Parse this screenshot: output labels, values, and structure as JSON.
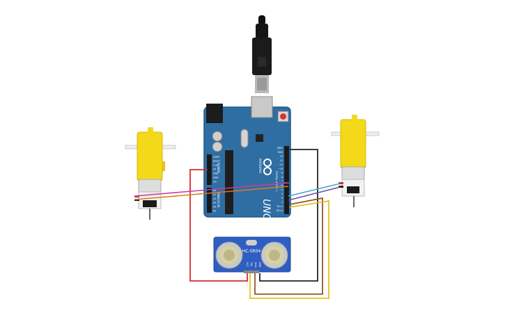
{
  "colors": {
    "background": "#ffffff",
    "arduino_board": "#2f6ea3",
    "arduino_board_edge": "#1f5a8c",
    "motor_yellow": "#f4d91a",
    "sensor_board": "#2f5ec2",
    "wire_red": "#d62b2b",
    "wire_black": "#222222",
    "wire_brown": "#8b5a2b",
    "wire_yellow": "#e8c21c",
    "wire_pink": "#c83a9e",
    "wire_orange": "#e07a1f",
    "wire_cyan": "#3aa9c8",
    "wire_purple": "#6a4fa0"
  },
  "arduino": {
    "model_label": "UNO",
    "brand_label": "ARDUINO",
    "power_label": "POWER",
    "analog_label": "ANALOG IN",
    "digital_label": "DIGITAL (PWM~)",
    "power_pins": [
      "IOREF",
      "RESET",
      "3.3V",
      "5V",
      "GND",
      "GND",
      "Vin"
    ],
    "analog_pins": [
      "A0",
      "A1",
      "A2",
      "A3",
      "A4",
      "A5"
    ],
    "digital_pins": [
      "AREF",
      "GND",
      "13",
      "12",
      "~11",
      "~10",
      "~9",
      "8",
      "7",
      "~6",
      "~5",
      "4",
      "~3",
      "2",
      "TX>1",
      "RX<0"
    ]
  },
  "sensor": {
    "label": "HC-SR04",
    "pins": [
      "VCC",
      "Trig",
      "Echo",
      "GND"
    ]
  },
  "icons": {
    "usb": "usb-cable-icon",
    "logo": "arduino-infinity-logo-icon"
  }
}
